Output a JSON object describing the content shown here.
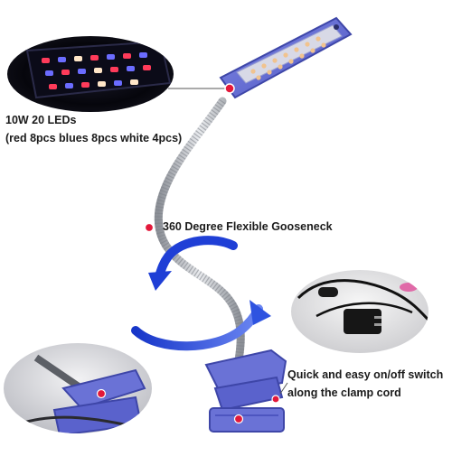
{
  "captions": {
    "led_count": "10W 20 LEDs",
    "led_breakdown": "(red 8pcs blues 8pcs  white 4pcs)",
    "gooseneck": "360 Degree Flexible Gooseneck",
    "switch_line1": "Quick and easy on/off switch",
    "switch_line2": "along the clamp cord"
  },
  "colors": {
    "lamp_body": "#6a72d6",
    "lamp_dark": "#4b52b8",
    "marker_red": "#e3183a",
    "arrow_blue": "#1f3fd6",
    "led_red": "#ff3b5a",
    "led_blue": "#6b6cff",
    "led_white": "#ffe6c8",
    "gooseneck": "#b9bdc4"
  }
}
